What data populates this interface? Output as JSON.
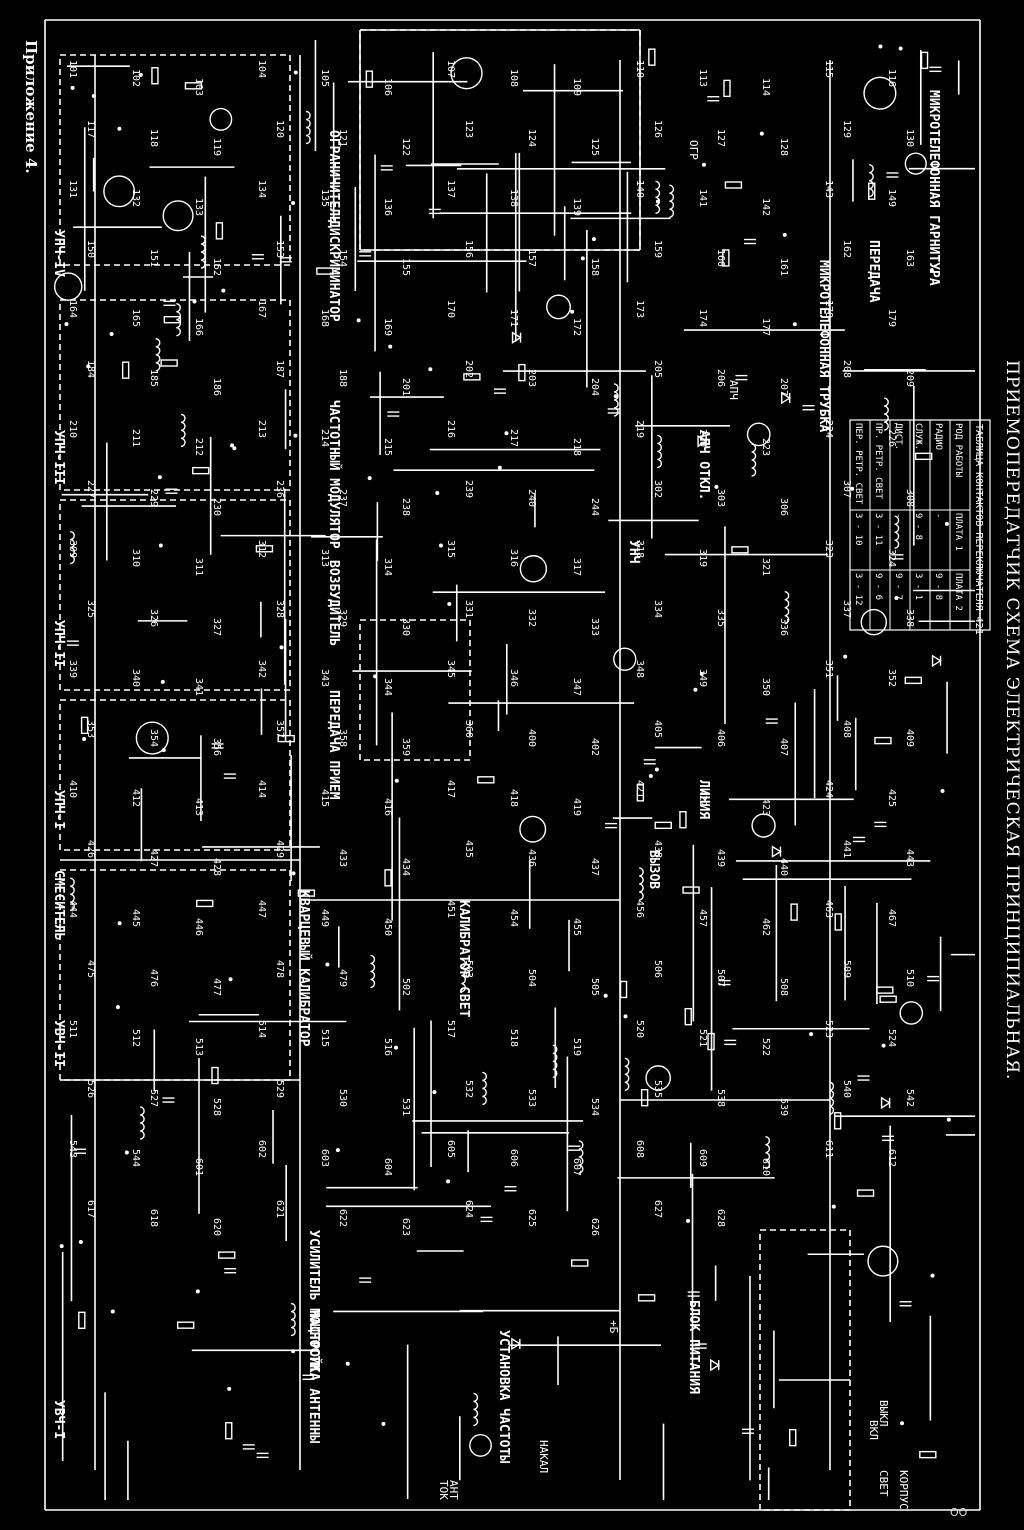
{
  "header": {
    "appendix": "Приложение 4."
  },
  "title": "ПРИЕМОПЕРЕДАТЧИК СХЕМА ЭЛЕКТРИЧЕСКАЯ ПРИНЦИПИАЛЬНАЯ.",
  "page_number": "ОО",
  "blocks": [
    {
      "id": "uvch1",
      "label": "УВЧ-I"
    },
    {
      "id": "uvch2",
      "label": "УВЧ-II"
    },
    {
      "id": "mixer",
      "label": "СМЕСИТЕЛЬ"
    },
    {
      "id": "upch1",
      "label": "УПЧ-I"
    },
    {
      "id": "upch2",
      "label": "УПЧ-II"
    },
    {
      "id": "upch3",
      "label": "УПЧ-III"
    },
    {
      "id": "upch4",
      "label": "УПЧ-IV"
    },
    {
      "id": "discriminator",
      "label": "ДИСКРИМИНАТОР"
    },
    {
      "id": "limiter",
      "label": "ОГРАНИЧИТЕЛЬ"
    },
    {
      "id": "freqmod",
      "label": "ЧАСТОТНЫЙ МОДУЛЯТОР"
    },
    {
      "id": "exciter",
      "label": "ВОЗБУДИТЕЛЬ"
    },
    {
      "id": "txrx",
      "label": "ПЕРЕДАЧА ПРИЕМ"
    },
    {
      "id": "quartz",
      "label": "КВАРЦЕВЫЙ КАЛИБРАТОР"
    },
    {
      "id": "pa",
      "label": "УСИЛИТЕЛЬ МОЩНОСТИ"
    },
    {
      "id": "tune",
      "label": "НАСТРОЙКА АНТЕННЫ"
    },
    {
      "id": "calib",
      "label": "КАЛИБРАТОР СВЕТ"
    },
    {
      "id": "freqset",
      "label": "УСТАНОВКА ЧАСТОТЫ"
    },
    {
      "id": "psu",
      "label": "БЛОК ПИТАНИЯ"
    },
    {
      "id": "unch",
      "label": "УНЧ"
    },
    {
      "id": "apch",
      "label": "АПЧ ОТКЛ."
    },
    {
      "id": "mic",
      "label": "МИКРОТЕЛЕФОННАЯ ТРУБКА"
    },
    {
      "id": "headset",
      "label": "МИКРОТЕЛЕФОННАЯ ГАРНИТУРА"
    },
    {
      "id": "ptt",
      "label": "ПЕРЕДАЧА"
    },
    {
      "id": "line",
      "label": "ЛИНИЯ"
    },
    {
      "id": "call",
      "label": "ВЫЗОВ"
    }
  ],
  "labels": {
    "ogr": "ОГР",
    "tok": "ТОК",
    "ant": "АНТ",
    "nakal": "НАКАЛ",
    "vkl": "ВКЛ",
    "vykl": "ВЫКЛ",
    "svet": "СВЕТ",
    "korpus": "КОРПУС",
    "plus_b": "+Б",
    "apch_small": "АПЧ"
  },
  "switch_table": {
    "title": "ТАБЛИЦА КОНТАКТОВ ПЕРЕКЛЮЧАТЕЛЯ 421",
    "columns": [
      "РОД РАБОТЫ",
      "ПЛАТА 1",
      "ПЛАТА 2"
    ],
    "rows": [
      [
        "РАДИО",
        "-",
        "9 - 8"
      ],
      [
        "СЛУЖ.",
        "9 - 8",
        "3 - 1"
      ],
      [
        "ДИСТ.",
        "-",
        "9 - 7"
      ],
      [
        "ПР. РЕТР. СВЕТ",
        "3 - 11",
        "9 - 6"
      ],
      [
        "ПЕР. РЕТР. СВЕТ",
        "3 - 10",
        "3 - 12"
      ]
    ]
  },
  "component_refs": [
    "101",
    "102",
    "103",
    "104",
    "105",
    "106",
    "107",
    "108",
    "109",
    "110",
    "113",
    "114",
    "115",
    "116",
    "117",
    "118",
    "119",
    "120",
    "121",
    "122",
    "123",
    "124",
    "125",
    "126",
    "127",
    "128",
    "129",
    "130",
    "131",
    "132",
    "133",
    "134",
    "135",
    "136",
    "137",
    "138",
    "139",
    "140",
    "141",
    "142",
    "143",
    "149",
    "150",
    "151",
    "152",
    "153",
    "154",
    "155",
    "156",
    "157",
    "158",
    "159",
    "160",
    "161",
    "162",
    "163",
    "164",
    "165",
    "166",
    "167",
    "168",
    "169",
    "170",
    "171",
    "172",
    "173",
    "174",
    "177",
    "178",
    "179",
    "184",
    "185",
    "186",
    "187",
    "188",
    "201",
    "202",
    "203",
    "204",
    "205",
    "206",
    "207",
    "208",
    "209",
    "210",
    "211",
    "212",
    "213",
    "214",
    "215",
    "216",
    "217",
    "218",
    "219",
    "220",
    "223",
    "224",
    "226",
    "227",
    "229",
    "230",
    "236",
    "237",
    "238",
    "239",
    "240",
    "244",
    "302",
    "303",
    "306",
    "307",
    "308",
    "309",
    "310",
    "311",
    "312",
    "313",
    "314",
    "315",
    "316",
    "317",
    "318",
    "319",
    "321",
    "323",
    "324",
    "325",
    "326",
    "327",
    "328",
    "329",
    "330",
    "331",
    "332",
    "333",
    "334",
    "335",
    "336",
    "337",
    "338",
    "339",
    "340",
    "341",
    "342",
    "343",
    "344",
    "345",
    "346",
    "347",
    "348",
    "349",
    "350",
    "351",
    "352",
    "353",
    "354",
    "356",
    "357",
    "358",
    "359",
    "360",
    "400",
    "402",
    "405",
    "406",
    "407",
    "408",
    "409",
    "410",
    "412",
    "413",
    "414",
    "415",
    "416",
    "417",
    "418",
    "419",
    "421",
    "422",
    "423",
    "424",
    "425",
    "426",
    "427",
    "428",
    "429",
    "433",
    "434",
    "435",
    "436",
    "437",
    "438",
    "439",
    "440",
    "441",
    "443",
    "444",
    "445",
    "446",
    "447",
    "449",
    "450",
    "451",
    "454",
    "455",
    "456",
    "457",
    "462",
    "463",
    "467",
    "475",
    "476",
    "477",
    "478",
    "479",
    "502",
    "503",
    "504",
    "505",
    "506",
    "507",
    "508",
    "509",
    "510",
    "511",
    "512",
    "513",
    "514",
    "515",
    "516",
    "517",
    "518",
    "519",
    "520",
    "521",
    "522",
    "523",
    "524",
    "526",
    "527",
    "528",
    "529",
    "530",
    "531",
    "532",
    "533",
    "534",
    "535",
    "538",
    "539",
    "540",
    "542",
    "543",
    "544",
    "601",
    "602",
    "603",
    "604",
    "605",
    "606",
    "607",
    "608",
    "609",
    "610",
    "611",
    "612",
    "617",
    "618",
    "620",
    "621",
    "622",
    "623",
    "624",
    "625",
    "626",
    "627",
    "628"
  ]
}
